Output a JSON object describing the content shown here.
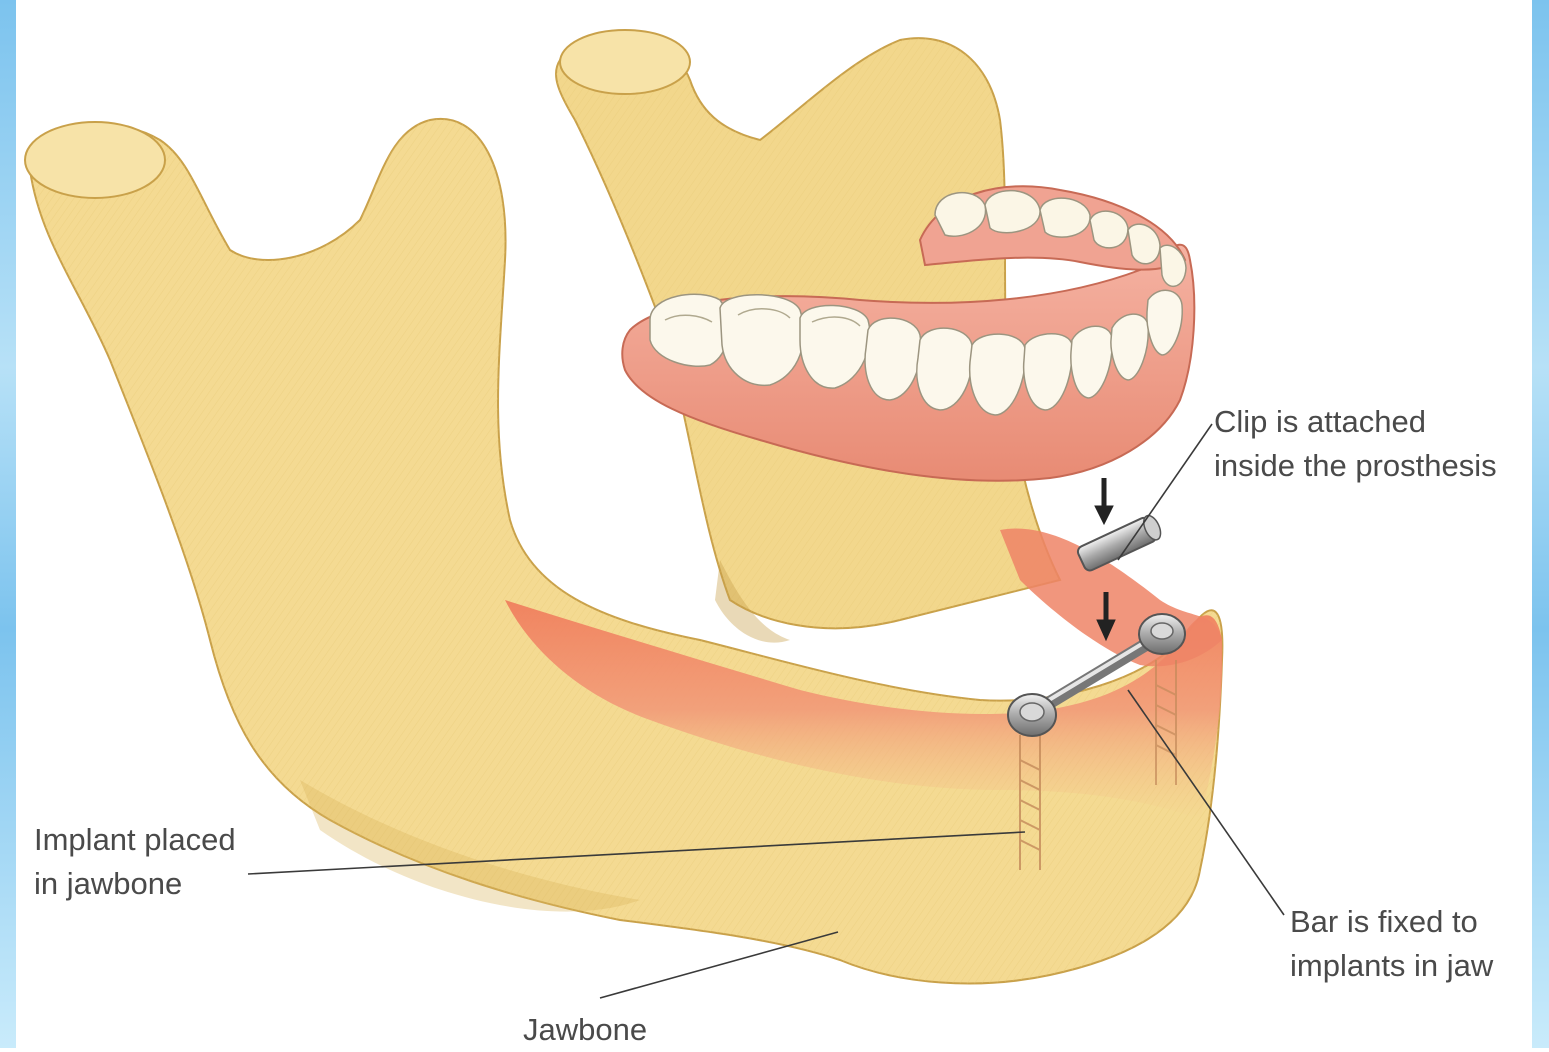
{
  "labels": {
    "clip": [
      "Clip is attached",
      "inside the prosthesis"
    ],
    "bar": [
      "Bar is fixed to",
      "implants in jaw"
    ],
    "implant": [
      "Implant placed",
      "in jawbone"
    ],
    "jawbone": "Jawbone"
  },
  "colors": {
    "bone": "#f3d98f",
    "bone_shadow": "#d9b55c",
    "gum": "#ec8f73",
    "gum_dark": "#cf6a4e",
    "denture_gum": "#f0a08f",
    "teeth": "#fbf7ea",
    "metal": "#b9b9b9",
    "leader_line": "#3a3a3a",
    "edge_blue": "#7cc3ee"
  }
}
